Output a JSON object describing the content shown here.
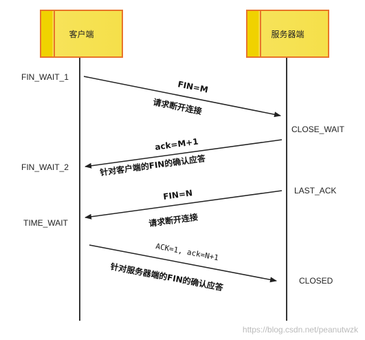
{
  "client": {
    "label": "客户端"
  },
  "server": {
    "label": "服务器端"
  },
  "client_states": {
    "fin_wait_1": "FIN_WAIT_1",
    "fin_wait_2": "FIN_WAIT_2",
    "time_wait": "TIME_WAIT"
  },
  "server_states": {
    "close_wait": "CLOSE_WAIT",
    "last_ack": "LAST_ACK",
    "closed": "CLOSED"
  },
  "messages": [
    {
      "top": "FIN=M",
      "bottom": "请求断开连接"
    },
    {
      "top": "ack=M+1",
      "bottom": "针对客户端的FIN的确认应答"
    },
    {
      "top": "FIN=N",
      "bottom": "请求断开连接"
    },
    {
      "top": "ACK=1, ack=N+1",
      "bottom": "针对服务器端的FIN的确认应答"
    }
  ],
  "watermark": "https://blog.csdn.net/peanutwzk",
  "colors": {
    "box_fill": "#f5e04a",
    "box_border": "#e8742a",
    "line": "#333333"
  }
}
